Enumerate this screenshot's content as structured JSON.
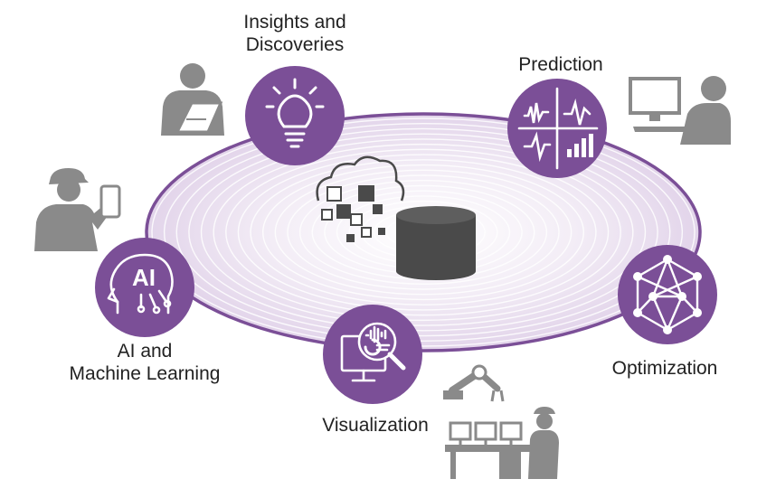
{
  "colors": {
    "accent": "#7b4f97",
    "accent_light": "#e9dfee",
    "figure_gray": "#8a8a8a",
    "dark_gray": "#4a4a4a"
  },
  "nodes": {
    "insights": {
      "line1": "Insights and",
      "line2": "Discoveries",
      "icon": "lightbulb-icon"
    },
    "prediction": {
      "line1": "Prediction",
      "icon": "signal-charts-icon"
    },
    "ai": {
      "line1": "AI and",
      "line2": "Machine Learning",
      "icon": "ai-head-icon"
    },
    "optimization": {
      "line1": "Optimization",
      "icon": "network-icon"
    },
    "visualization": {
      "line1": "Visualization",
      "icon": "magnifier-chart-icon"
    }
  },
  "center": {
    "icon": "database-cloud-icon"
  }
}
